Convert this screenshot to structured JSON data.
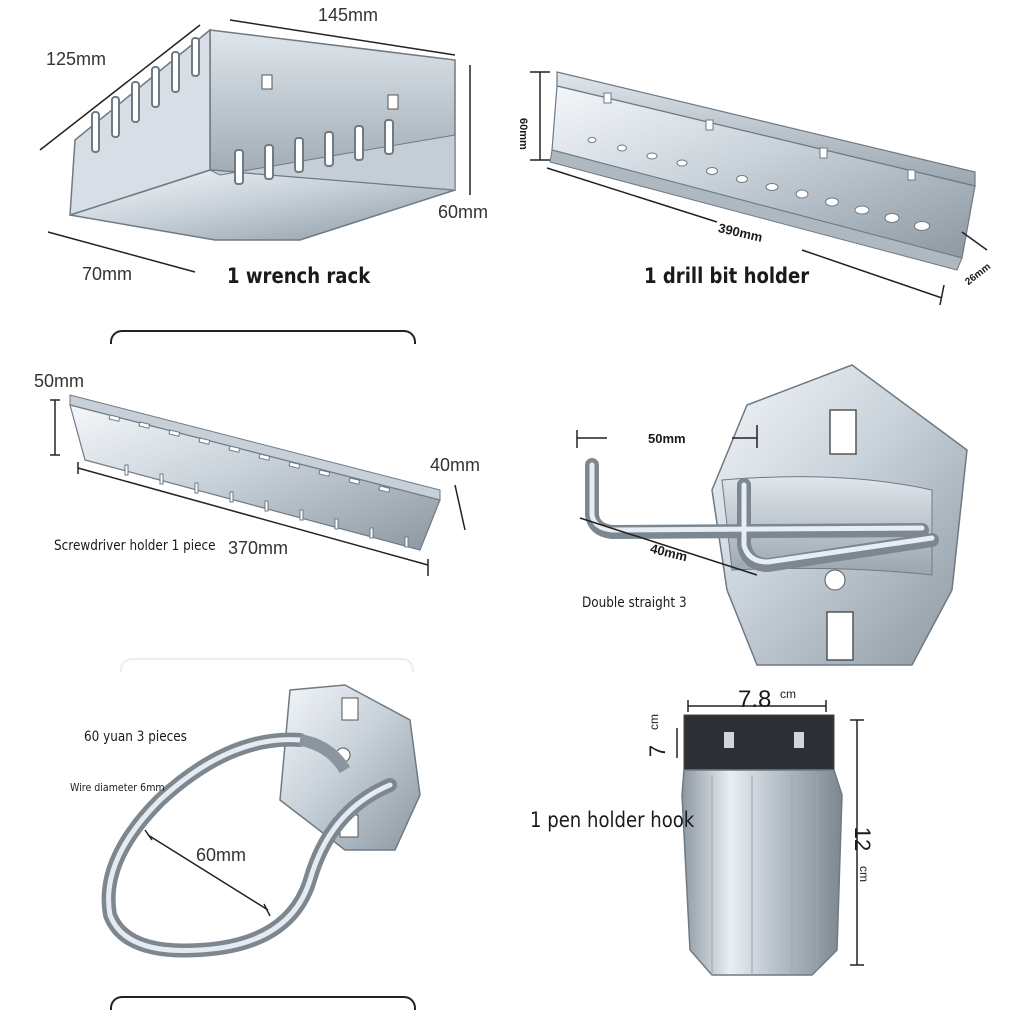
{
  "wrench_rack": {
    "caption": "1 wrench rack",
    "dim_top": "145mm",
    "dim_depth": "125mm",
    "dim_height": "60mm",
    "dim_width": "70mm"
  },
  "drill_bit_holder": {
    "caption": "1 drill bit holder",
    "dim_height": "60mm",
    "dim_length": "390mm",
    "dim_depth": "26mm"
  },
  "screwdriver_holder": {
    "caption": "Screwdriver holder 1 piece",
    "dim_height": "50mm",
    "dim_depth": "40mm",
    "dim_length": "370mm"
  },
  "double_hook": {
    "caption": "Double straight 3",
    "dim_top": "50mm",
    "dim_length": "40mm"
  },
  "ring_hook": {
    "price_note": "60 yuan 3 pieces",
    "wire_note": "Wire diameter 6mm",
    "dim_diameter": "60mm"
  },
  "pen_holder": {
    "caption": "1 pen holder hook",
    "dim_width": "7.8",
    "dim_width_unit": "cm",
    "dim_height": "12",
    "dim_height_unit": "cm",
    "dim_depth": "7",
    "dim_depth_unit": "cm"
  },
  "colors": {
    "metal_light": "#e8edf2",
    "metal_mid": "#b9c3cc",
    "metal_dark": "#7f8a94"
  }
}
